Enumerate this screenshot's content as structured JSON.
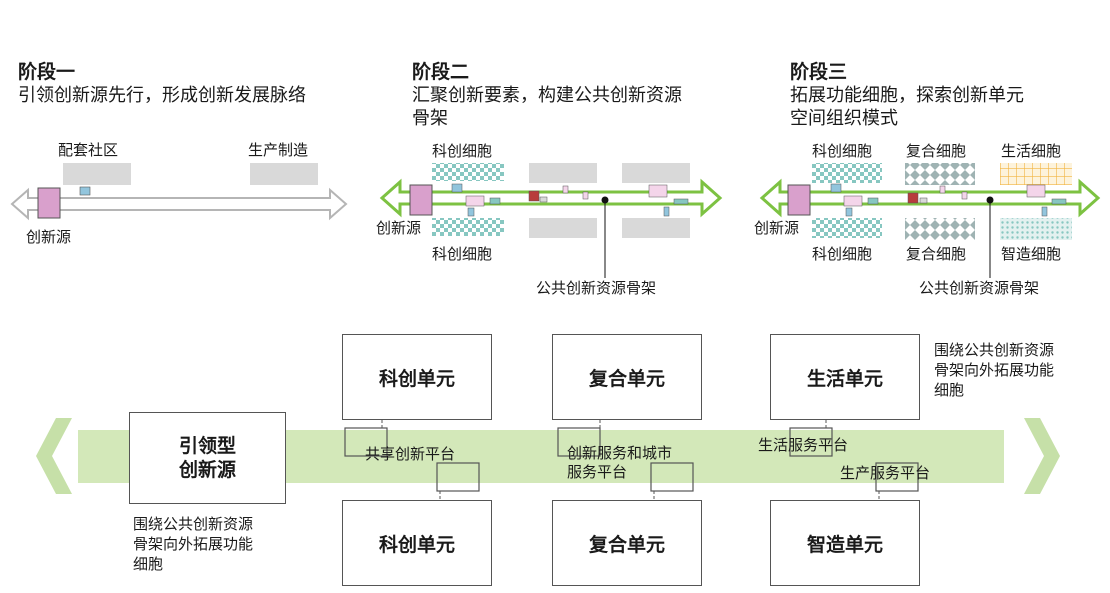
{
  "stages": [
    {
      "title": "阶段一",
      "desc": [
        "引领创新源先行，形成创新发展脉络"
      ]
    },
    {
      "title": "阶段二",
      "desc": [
        "汇聚创新要素，构建公共创新资源",
        "骨架"
      ]
    },
    {
      "title": "阶段三",
      "desc": [
        "拓展功能细胞，探索创新单元",
        "空间组织模式"
      ]
    }
  ],
  "stage1_labels": {
    "community": "配套社区",
    "production": "生产制造",
    "source": "创新源"
  },
  "stage2_labels": {
    "cell_top": "科创细胞",
    "cell_bottom": "科创细胞",
    "source": "创新源",
    "backbone": "公共创新资源骨架"
  },
  "stage3_labels": {
    "sci_top": "科创细胞",
    "mix_top": "复合细胞",
    "life": "生活细胞",
    "source": "创新源",
    "sci_bottom": "科创细胞",
    "mix_bottom": "复合细胞",
    "smart": "智造细胞",
    "backbone": "公共创新资源骨架"
  },
  "bottom": {
    "source_box": [
      "引领型",
      "创新源"
    ],
    "source_note": [
      "围绕公共创新资源",
      "骨架向外拓展功能",
      "细胞"
    ],
    "right_note": [
      "围绕公共创新资源",
      "骨架向外拓展功能",
      "细胞"
    ],
    "units_top": [
      "科创单元",
      "复合单元",
      "生活单元"
    ],
    "units_bottom": [
      "科创单元",
      "复合单元",
      "智造单元"
    ],
    "platforms": {
      "shared": "共享创新平台",
      "service_city": [
        "创新服务和城市",
        "服务平台"
      ],
      "life_service": "生活服务平台",
      "production_service": "生产服务平台"
    }
  },
  "colors": {
    "green": "#7dc242",
    "light_green": "#d3e8b9",
    "pink": "#d9a0cc",
    "gray": "#d9d9d9",
    "blue": "#92c5dd",
    "red": "#b83c3c",
    "teal": "#87c7c1",
    "yellow": "#f2b441"
  }
}
